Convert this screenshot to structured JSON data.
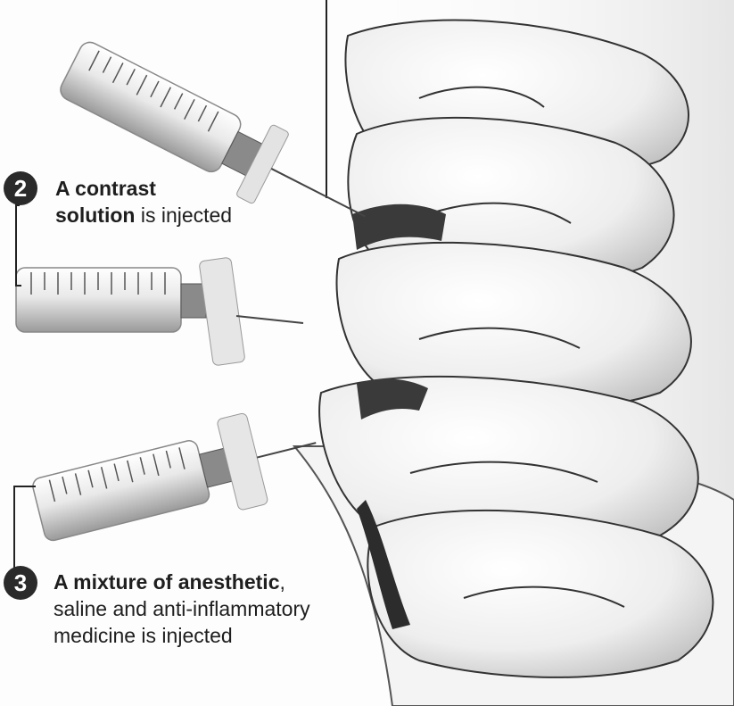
{
  "steps": [
    {
      "number": "2",
      "bold": "A contrast solution",
      "rest": " is injected"
    },
    {
      "number": "3",
      "bold": "A mixture of anesthetic",
      "rest": ", saline and anti-inflammatory medicine is injected"
    }
  ],
  "colors": {
    "ink": "#1e1e1e",
    "badge": "#2a2a2a",
    "bone_fill": "#f2f2f2",
    "bone_shade": "#c8c8c8"
  }
}
